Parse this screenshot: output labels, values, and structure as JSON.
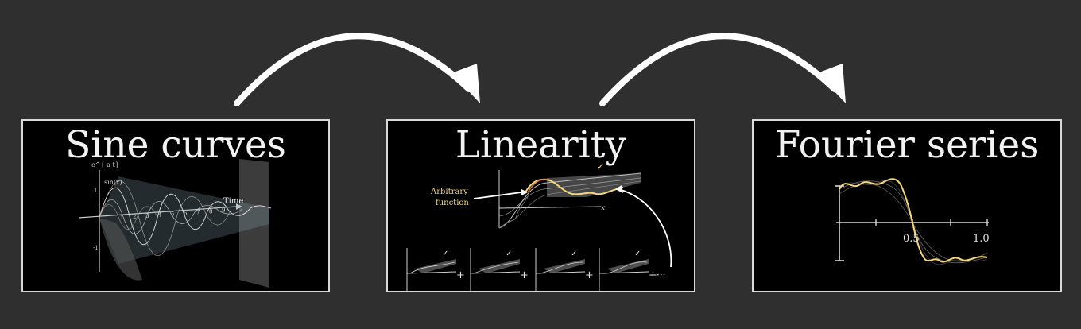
{
  "panels": [
    {
      "title": "Sine curves",
      "labels": {
        "axis_top": "e^{-a t}",
        "sin": "sin(x)",
        "time": "Time",
        "tick_numbers": [
          "1",
          "2",
          "3",
          "4",
          "5",
          "6",
          "7",
          "8",
          "9"
        ],
        "y_neg": "-1",
        "y_pos": "1"
      }
    },
    {
      "title": "Linearity",
      "labels": {
        "annotation": [
          "Arbitrary",
          "function"
        ],
        "x_axis": "x",
        "check": "✓",
        "mini_checks": [
          "✓",
          "✓",
          "✓",
          "✓"
        ],
        "plus": "+",
        "ellipsis": "···"
      }
    },
    {
      "title": "Fourier series",
      "labels": {
        "tick_half": "0.5",
        "tick_one": "1.0"
      }
    }
  ],
  "colors": {
    "background": "#2f2f2f",
    "panel": "#000000",
    "border": "#d9d9d9",
    "accent_yellow": "#f5d77a",
    "arrow": "#ffffff"
  },
  "icons": [
    "curved-arrow-icon",
    "curved-arrow-icon"
  ]
}
